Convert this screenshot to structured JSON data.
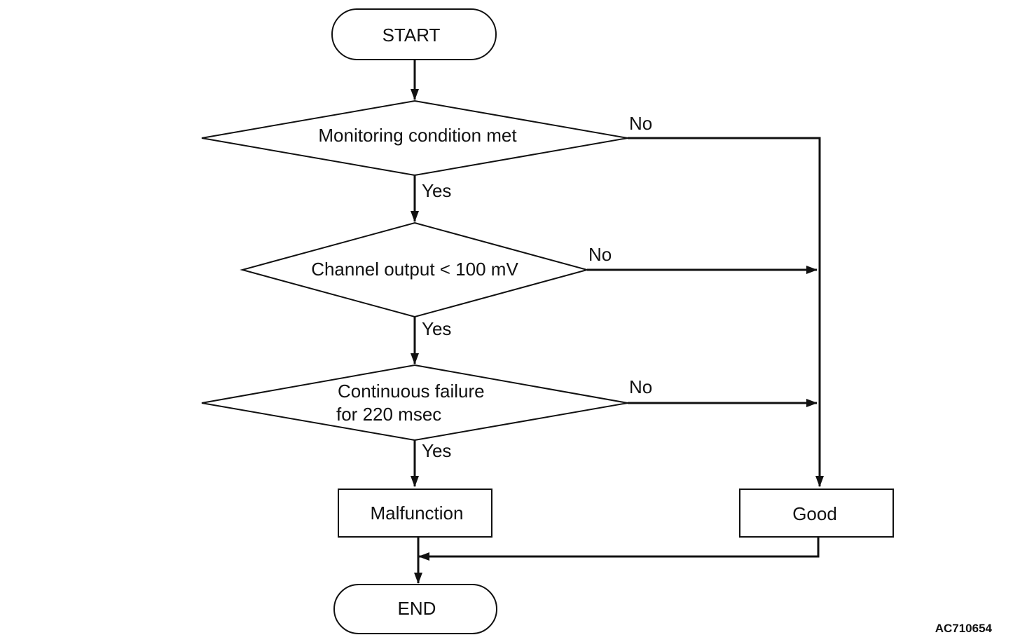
{
  "nodes": {
    "start": "START",
    "monitoring": "Monitoring condition met",
    "channel": "Channel output < 100 mV",
    "continuous_line1": "Continuous failure",
    "continuous_line2": "for 220 msec",
    "malfunction": "Malfunction",
    "good": "Good",
    "end": "END"
  },
  "branches": {
    "yes": "Yes",
    "no": "No"
  },
  "reference_code": "AC710654"
}
